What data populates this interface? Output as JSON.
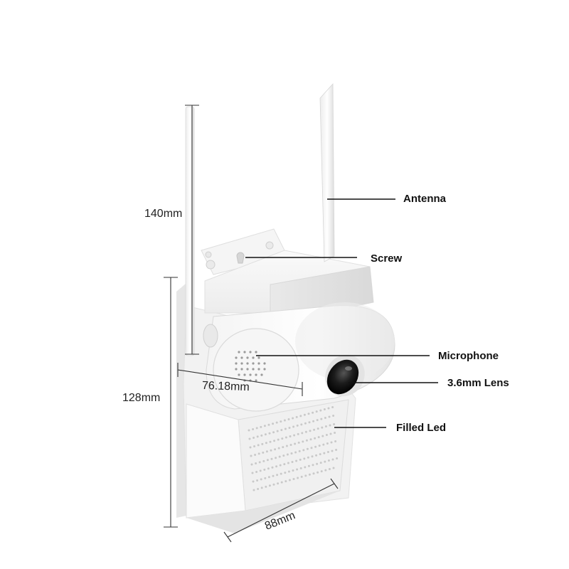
{
  "diagram": {
    "callouts": {
      "antenna": "Antenna",
      "screw": "Screw",
      "microphone": "Microphone",
      "lens": "3.6mm Lens",
      "filled_led": "Filled Led"
    },
    "dimensions": {
      "antenna_height": "140mm",
      "body_height": "128mm",
      "body_width": "76.18mm",
      "base_width": "88mm"
    }
  }
}
